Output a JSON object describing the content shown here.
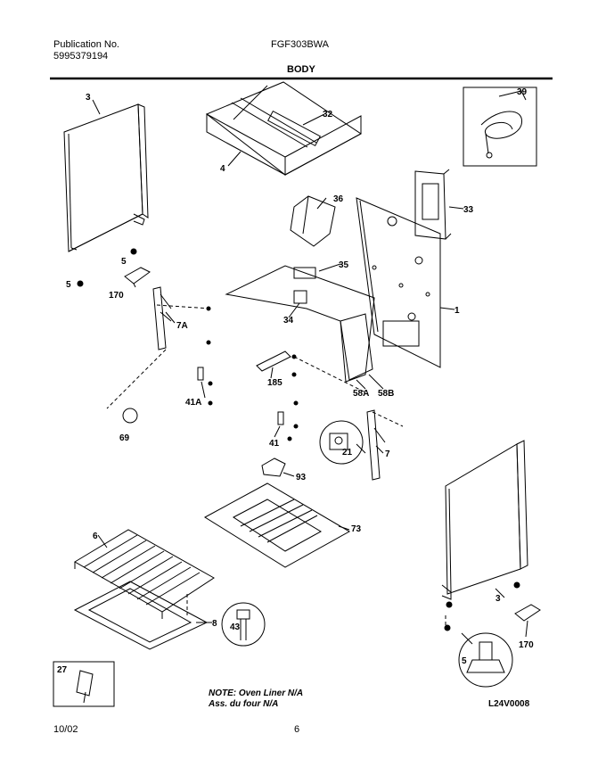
{
  "header": {
    "pub_label": "Publication No.",
    "pub_number": "5995379194",
    "model": "FGF303BWA",
    "section": "BODY"
  },
  "note": {
    "line1": "NOTE: Oven Liner N/A",
    "line2": "Ass. du four N/A"
  },
  "drawing_code": "L24V0008",
  "footer": {
    "date": "10/02",
    "page": "6"
  },
  "parts": {
    "p3_left": "3",
    "p32": "32",
    "p4": "4",
    "p39": "39",
    "p36": "36",
    "p33": "33",
    "p5_upper": "5",
    "p5_left": "5",
    "p170_left": "170",
    "p35": "35",
    "p7a": "7A",
    "p34": "34",
    "p1": "1",
    "p185": "185",
    "p58a": "58A",
    "p58b": "58B",
    "p41a": "41A",
    "p69": "69",
    "p41": "41",
    "p21": "21",
    "p7": "7",
    "p93": "93",
    "p73": "73",
    "p6": "6",
    "p3_right": "3",
    "p8": "8",
    "p43": "43",
    "p170_right": "170",
    "p5_circle": "5",
    "p27": "27"
  }
}
